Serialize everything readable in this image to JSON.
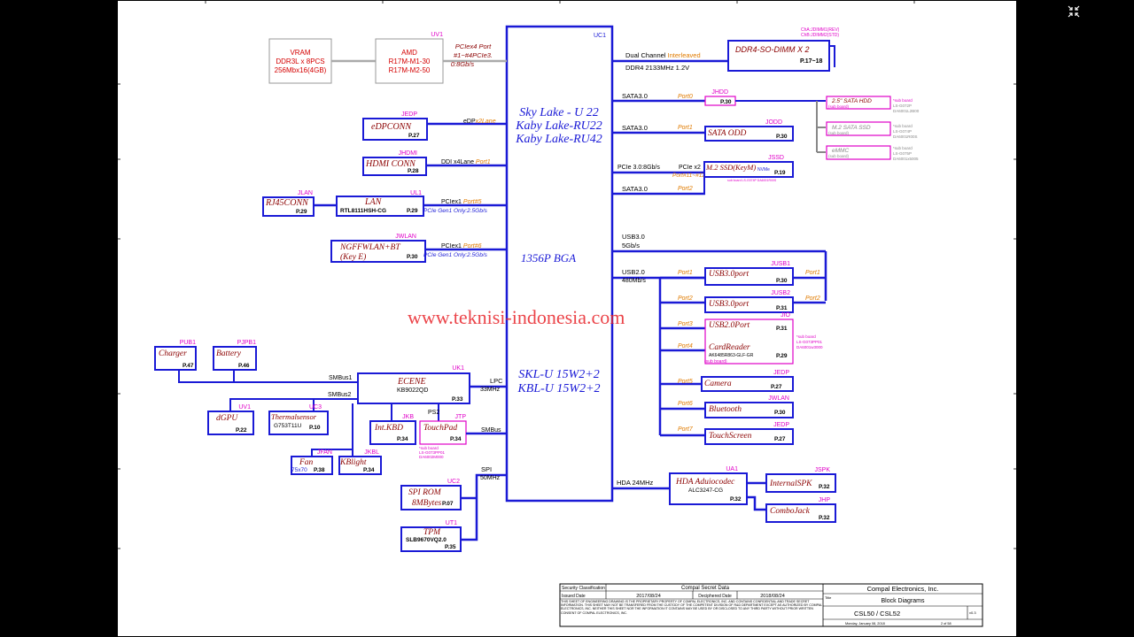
{
  "colors": {
    "bus": "#1a1ad6",
    "box": "#1a1ad6",
    "label_red": "#8b0000",
    "port_orange": "#e07b00",
    "ref_magenta": "#e000c8",
    "vram_red": "#d40000",
    "watermark": "#e8242a",
    "grey_box": "#888888"
  },
  "cpu": {
    "ref": "UC1",
    "name_lines": [
      "Sky Lake - U 22",
      "Kaby Lake-RU22",
      "Kaby Lake-RU42"
    ],
    "package": "1356P BGA",
    "variant_lines": [
      "SKL-U 15W2+2",
      "KBL-U 15W2+2"
    ]
  },
  "vram": {
    "lines": [
      "VRAM",
      "DDR3L x 8PCS",
      "256Mbx16(4GB)"
    ]
  },
  "gpu": {
    "ref": "UV1",
    "lines": [
      "AMD",
      "R17M-M1-30",
      "R17M-M2-50"
    ],
    "link_lines": [
      "PCIex4 Port",
      "#1~#4PCIe3.",
      "0:8Gb/s"
    ]
  },
  "ddr": {
    "label": "DDR4-SO-DIMM X 2",
    "page": "P.17~18",
    "refs": [
      "ChA:JDIMM1(REV)",
      "ChB:JDIMM2(STD)"
    ],
    "bus_prefix": "Dual Channel ",
    "bus_highlight": "Interleaved",
    "speed": "DDR4 2133MHz 1.2V"
  },
  "left_blocks": [
    {
      "ref": "JEDP",
      "label": "eDPCONN",
      "page": "P.27",
      "bus": "eDP",
      "bus_port": "x2Lane"
    },
    {
      "ref": "JHDMI",
      "label": "HDMI CONN",
      "page": "P.28",
      "bus": "DDI x4Lane ",
      "bus_port": "Port1"
    },
    {
      "ref": "UL1",
      "label": "LAN",
      "chip": "RTL8111HSH-CG",
      "page": "P.29",
      "bus": "PCIex1 ",
      "bus_port": "Port#5",
      "bus2": "PCIe Gen1 Only:2.5Gb/s"
    },
    {
      "ref": "JWLAN",
      "label": "NGFFWLAN+BT",
      "label2": "(Key E)",
      "page": "P.30",
      "bus": "PCIex1 ",
      "bus_port": "Port#6",
      "bus2": "PCIe Gen1 Only:2.5Gb/s"
    }
  ],
  "rj45": {
    "ref": "JLAN",
    "label": "RJ45CONN",
    "page": "P.29"
  },
  "sata": [
    {
      "bus": "SATA3.0",
      "port": "Port0",
      "ref": "JHDD",
      "page": "P.30"
    },
    {
      "bus": "SATA3.0",
      "port": "Port1",
      "ref": "JODD",
      "label": "SATA ODD",
      "page": "P.30"
    },
    {
      "bus": "SATA3.0",
      "port": "Port2"
    }
  ],
  "m2": {
    "bus": "PCIe 3.0:8Gb/s",
    "bus2": "PCIe x2",
    "ports": "Port#11~#12",
    "ref": "JSSD",
    "label": "M.2 SSD(KeyM)",
    "nvme": "NVMe",
    "page": "P.19",
    "note": "sub board LS-G074P DA6001R00S"
  },
  "storage_sub": [
    {
      "label": "2.5\" SATA HDD",
      "sub": "(sub board)",
      "note1": "*sub board",
      "note2": "LS-G072P",
      "note3": "DA6001L2B00"
    },
    {
      "label": "M.2 SATA SSD",
      "sub": "(sub board)",
      "note1": "*sub board",
      "note2": "LS-G074P",
      "note3": "DA6001R00S"
    },
    {
      "label": "eMMC",
      "sub": "(sub board)",
      "note1": "*sub board",
      "note2": "LS-G075P",
      "note3": "DA6001x5005"
    }
  ],
  "usb": {
    "usb3_bus": "USB3.0",
    "usb3_speed": "5Gb/s",
    "usb2_bus": "USB2.0",
    "usb2_speed": "480Mb/s",
    "ports": [
      {
        "port": "Port1",
        "ref": "JUSB1",
        "label": "USB3.0port",
        "page": "P.30",
        "right_port": "Port1"
      },
      {
        "port": "Port2",
        "ref": "JUSB2",
        "label": "USB3.0port",
        "page": "P.31",
        "right_port": "Port2"
      },
      {
        "port": "Port3",
        "ref": "JIO",
        "label": "USB2.0Port",
        "page": "P.31"
      },
      {
        "port": "Port4",
        "label": "CardReader",
        "chip": "AK6485R863-GLF-GR",
        "sub": "(sub board)",
        "page": "P.29",
        "note1": "*sub board",
        "note2": "LS-G073PP01",
        "note3": "DA6001w3000"
      },
      {
        "port": "Port5",
        "ref": "JEDP",
        "label": "Camera",
        "page": "P.27"
      },
      {
        "port": "Port6",
        "ref": "JWLAN",
        "label": "Bluetooth",
        "page": "P.30"
      },
      {
        "port": "Port7",
        "ref": "JEDP",
        "label": "TouchScreen",
        "page": "P.27"
      }
    ]
  },
  "ec": {
    "ref": "UK1",
    "label": "ECENE",
    "chip": "KB9022QD",
    "page": "P.33",
    "lpc": "LPC",
    "lpc_speed": "33MHz",
    "smbus1": "SMBus1",
    "smbus2": "SMBus2",
    "smbus": "SMBus",
    "ps2": "PS2",
    "spi": "SPI",
    "spi_speed": "50MHz"
  },
  "power": [
    {
      "ref": "PUB1",
      "label": "Charger",
      "page": "P.47"
    },
    {
      "ref": "PJPB1",
      "label": "Battery",
      "page": "P.46"
    }
  ],
  "ec_periph": {
    "dgpu": {
      "ref": "UV1",
      "label": "dGPU",
      "page": "P.22"
    },
    "thermal": {
      "ref": "UC3",
      "label": "Thermalsensor",
      "chip": "G753T11U",
      "page": "P.10"
    },
    "kbd": {
      "ref": "JKB",
      "label": "Int.KBD",
      "page": "P.34"
    },
    "tp": {
      "ref": "JTP",
      "label": "TouchPad",
      "page": "P.34",
      "note1": "*sub board",
      "note2": "LS-G073PP01",
      "note3": "DA6002M000"
    },
    "fan": {
      "ref": "JFAN",
      "label": "Fan",
      "size": "75x70",
      "page": "P.38"
    },
    "kbl": {
      "ref": "JKBL",
      "label": "KBlight",
      "page": "P.34"
    },
    "spirom": {
      "ref": "UC2",
      "label": "SPI ROM",
      "label2": "8MBytes",
      "page": "P.07"
    },
    "tpm": {
      "ref": "UT1",
      "label": "TPM",
      "chip": "SLB9670VQ2.0",
      "page": "P.35"
    }
  },
  "audio": {
    "bus": "HDA 24MHz",
    "ref": "UA1",
    "label": "HDA Aduiocodec",
    "chip": "ALC3247-CG",
    "page": "P.32",
    "spk": {
      "ref": "JSPK",
      "label": "InternalSPK",
      "page": "P.32"
    },
    "jack": {
      "ref": "JHP",
      "label": "ComboJack",
      "page": "P.32"
    }
  },
  "watermark": "www.teknisi-indonesia.com",
  "title_block": {
    "security_label": "Security Classification",
    "security_value": "Compal Secret Data",
    "issued_label": "Issued Date",
    "issued_value": "2017/08/24",
    "deciphered_label": "Deciphered Date",
    "deciphered_value": "2018/08/24",
    "company": "Compal Electronics, Inc.",
    "title_label": "Title",
    "title": "Block Diagrams",
    "model": "CSL50 / CSL52",
    "rev": "v0.3",
    "date": "Monday, January 08, 2018",
    "sheet": "2 of 58",
    "notice": "THIS SHEET OF ENGINEERING DRAWING IS THE PROPRIETARY PROPERTY OF COMPAL ELECTRONICS, INC. AND CONTAINS CONFIDENTIAL AND TRADE SECRET INFORMATION. THIS SHEET MAY NOT BE TRANSFERED FROM THE CUSTODY OF THE COMPETENT DIVISION OF R&D DEPARTMENT EXCEPT AS AUTHORIZED BY COMPAL ELECTRONICS, INC. NEITHER THIS SHEET NOR THE INFORMATION IT CONTAINS MAY BE USED BY OR DISCLOSED TO ANY THIRD PARTY WITHOUT PRIOR WRITTEN CONSENT OF COMPAL ELECTRONICS, INC."
  }
}
